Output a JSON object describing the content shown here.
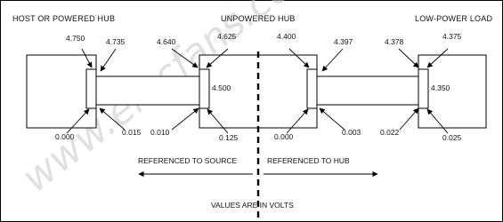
{
  "frame": {
    "border_color": "#000000",
    "background": "#ffffff"
  },
  "titles": {
    "host": "HOST OR POWERED HUB",
    "hub": "UNPOWERED HUB",
    "load": "LOW-POWER LOAD"
  },
  "values": {
    "v4750": "4.750",
    "v4735": "4.735",
    "v4640": "4.640",
    "v4625": "4.625",
    "v4500": "4.500",
    "v4400": "4.400",
    "v4397": "4.397",
    "v4378": "4.378",
    "v4375": "4.375",
    "v4350": "4.350",
    "v0000a": "0.000",
    "v0015": "0.015",
    "v0010": "0.010",
    "v0125": "0.125",
    "v0000b": "0.000",
    "v0003": "0.003",
    "v0022": "0.022",
    "v0025": "0.025"
  },
  "legend": {
    "source": "REFERENCED TO SOURCE",
    "hub": "REFERENCED TO HUB",
    "units": "VALUES ARE IN VOLTS"
  },
  "watermark": "www.elecfans.com"
}
